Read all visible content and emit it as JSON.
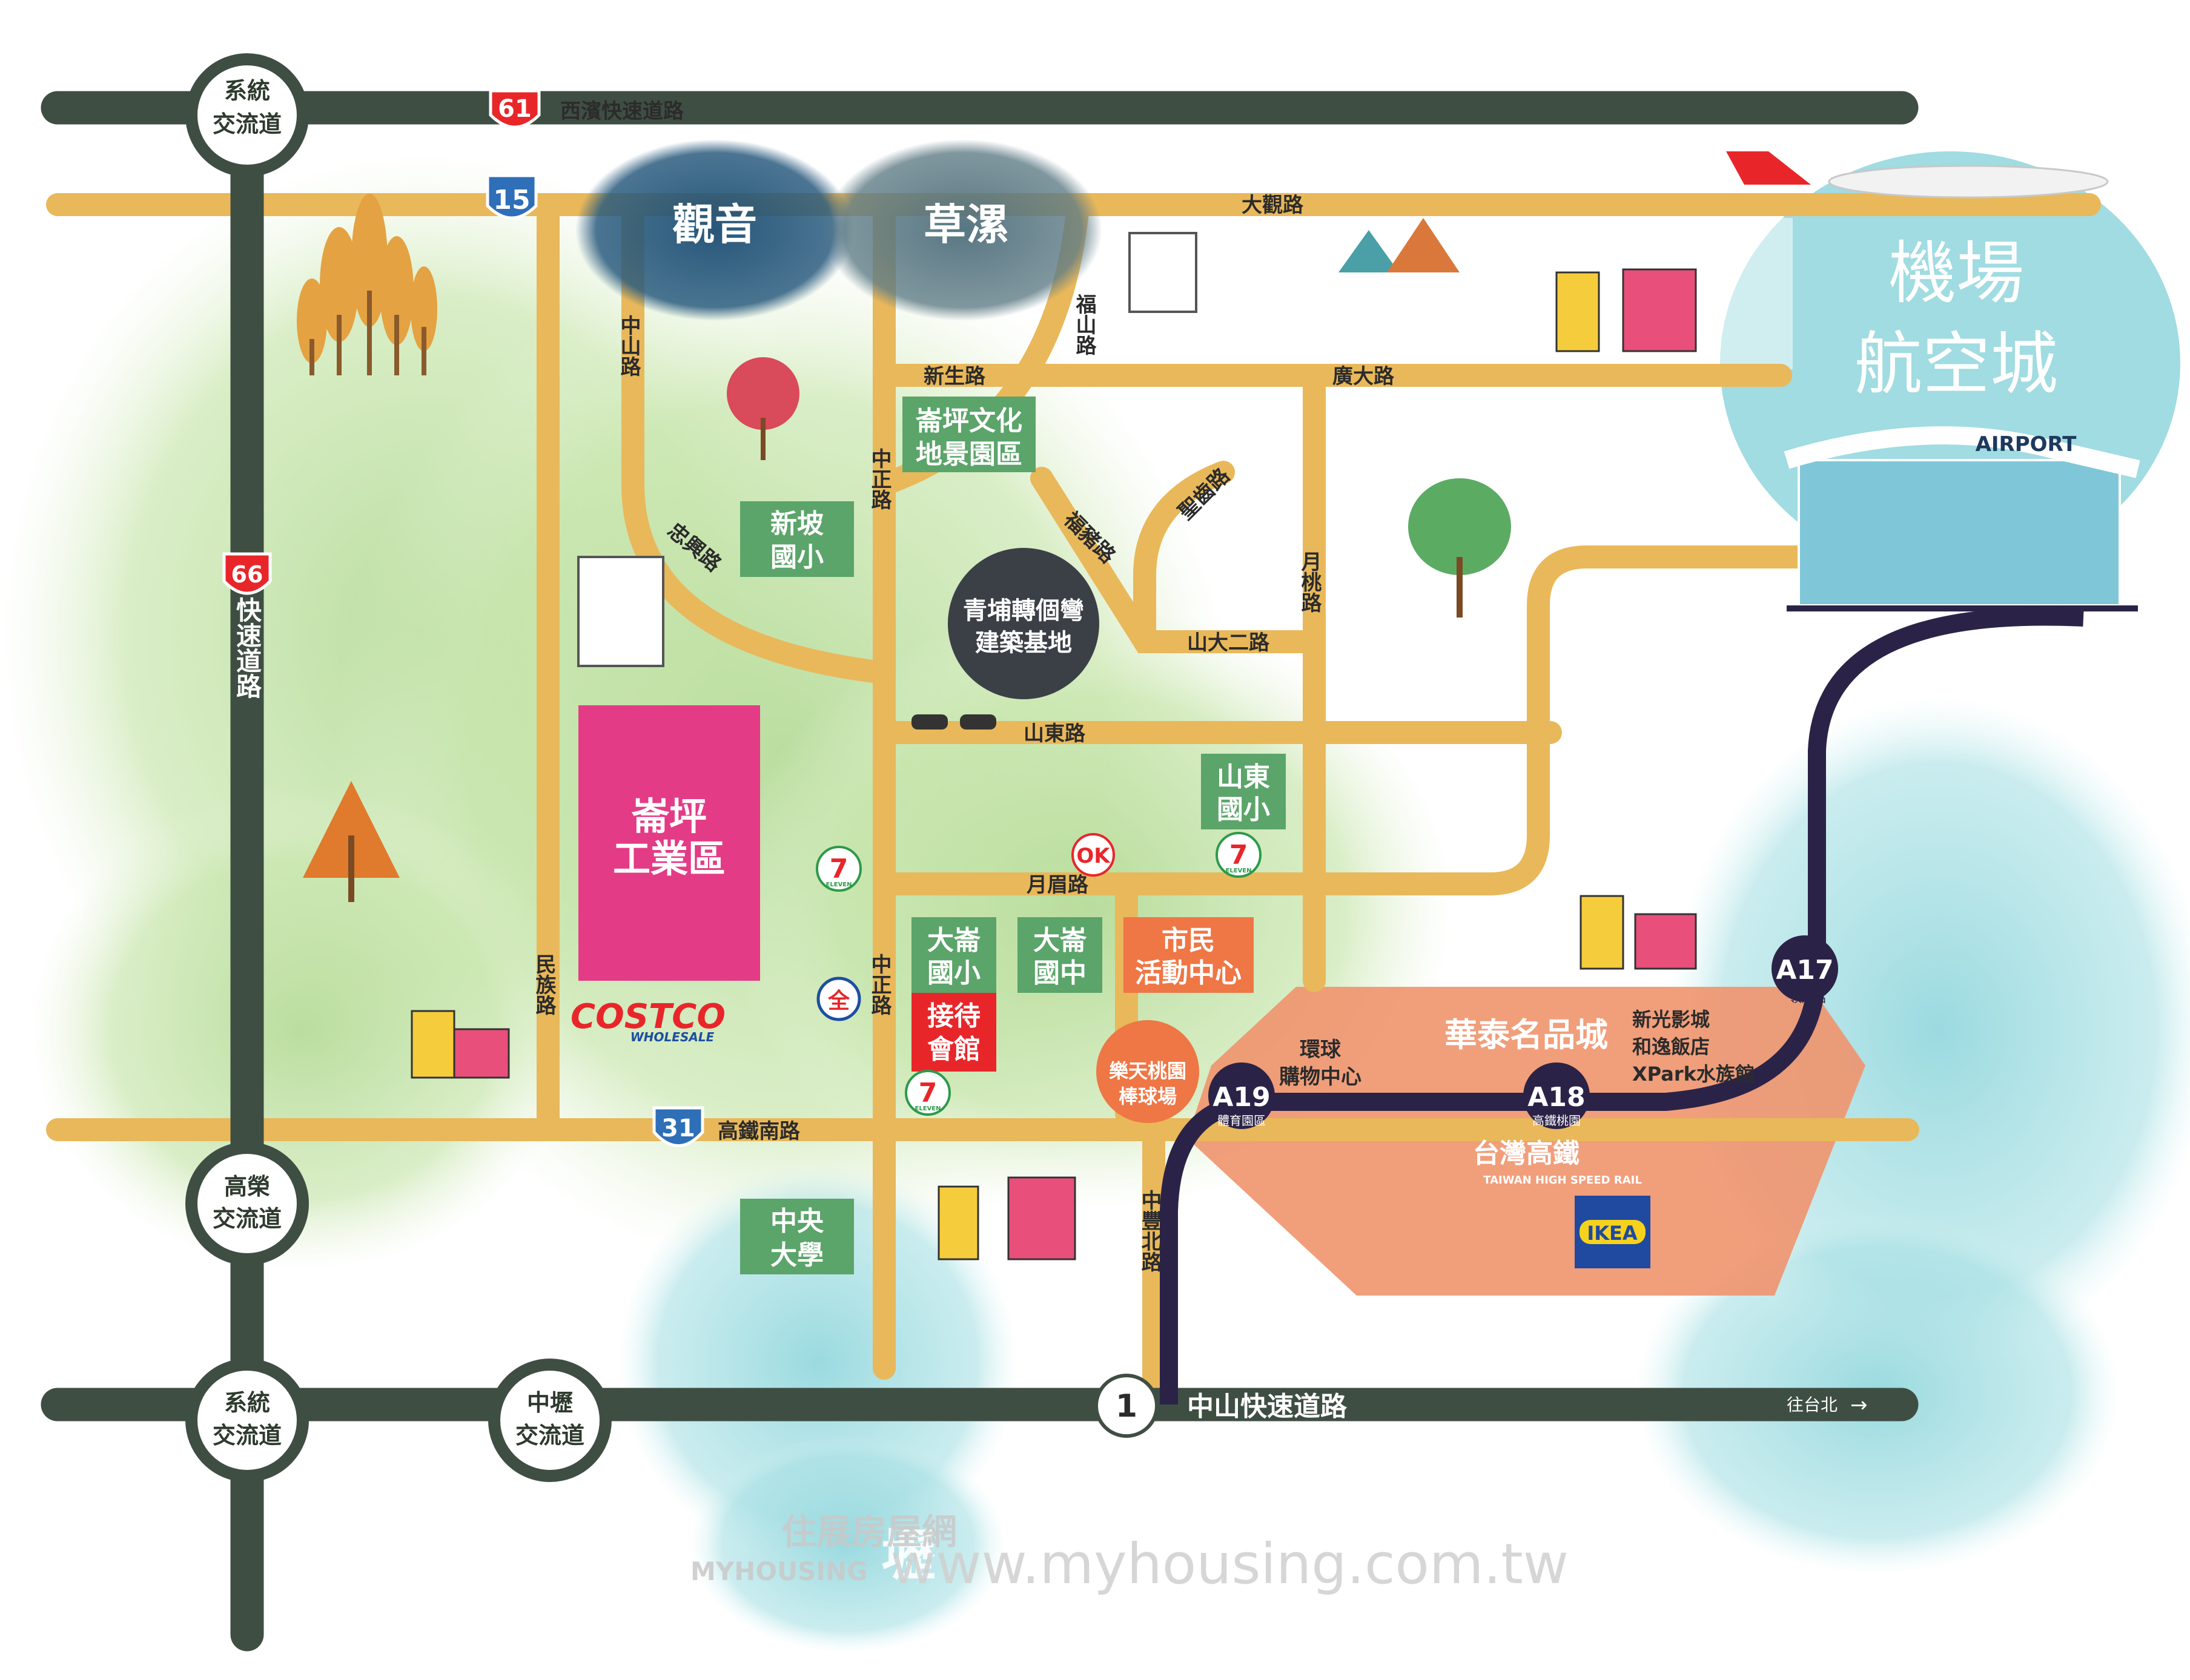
{
  "interchanges": {
    "top_left": [
      "系統",
      "交流道"
    ],
    "mid_left": [
      "高榮",
      "交流道"
    ],
    "bottom_left": [
      "系統",
      "交流道"
    ],
    "zhongli": [
      "中壢",
      "交流道"
    ]
  },
  "highways": {
    "west_coast": {
      "shield": "61",
      "name": "西濱快速道路"
    },
    "route15": {
      "shield": "15"
    },
    "route66": {
      "shield": "66",
      "name": "快速道路"
    },
    "route31": {
      "shield": "31",
      "name": "高鐵南路"
    },
    "zhongshan": {
      "shield": "1",
      "name": "中山快速道路",
      "to_taipei": "往台北"
    }
  },
  "roads": {
    "daguan": "大觀路",
    "zhongshan": "中山路",
    "fushan": "福山路",
    "xinsheng": "新生路",
    "guangda": "廣大路",
    "zhongzheng_upper": "中正路",
    "zhongzheng_lower": "中正路",
    "zhongxing": "忠興路",
    "fuzhu": "福豬路",
    "shengzhu": "聖齒路",
    "yuetao": "月桃路",
    "shanda2": "山大二路",
    "shandong": "山東路",
    "yuemei": "月眉路",
    "minzu": "民族路",
    "zhongfeng": "中豐北路"
  },
  "districts": {
    "guanyin": "觀音",
    "caota": "草漯",
    "airport_city": [
      "機場",
      "航空城"
    ],
    "airport_sign": "AIRPORT",
    "zhongli": "壢"
  },
  "places": {
    "culture_park": [
      "崙坪文化",
      "地景園區"
    ],
    "xinpo_school": [
      "新坡",
      "國小"
    ],
    "base": [
      "青埔轉個彎",
      "建築基地"
    ],
    "industrial": [
      "崙坪",
      "工業區"
    ],
    "shandong_school": [
      "山東",
      "國小"
    ],
    "daluen_elem": [
      "大崙",
      "國小"
    ],
    "daluen_junior": [
      "大崙",
      "國中"
    ],
    "civic_center": [
      "市民",
      "活動中心"
    ],
    "reception": [
      "接待",
      "會館"
    ],
    "baseball": [
      "樂天桃園",
      "棒球場"
    ],
    "central_univ": [
      "中央",
      "大學"
    ],
    "glory_mall": "華泰名品城",
    "global_mall": [
      "環球",
      "購物中心"
    ],
    "shin_kong": [
      "新光影城",
      "和逸飯店",
      "XPark水族館"
    ],
    "hsr": "台灣高鐵",
    "hsr_en": "TAIWAN HIGH SPEED RAIL",
    "ikea": "IKEA",
    "costco": "COSTCO",
    "costco_sub": "WHOLESALE",
    "seven": "7",
    "seven_sub": "ELEVEN",
    "ok": "OK",
    "gas": "全"
  },
  "mrt": {
    "a17": {
      "code": "A17",
      "name": "領航站"
    },
    "a18": {
      "code": "A18",
      "name": "高鐵桃園"
    },
    "a19": {
      "code": "A19",
      "name": "體育園區"
    }
  },
  "watermark": {
    "brand": "住展房屋網",
    "brand_en": "MYHOUSING",
    "url": "www.myhousing.com.tw"
  },
  "colors": {
    "highway": "#3f4e43",
    "road": "#e9b85a",
    "green_box": "#5ba46a",
    "orange_box": "#ef7645",
    "red_box": "#e8262a",
    "magenta": "#e43b86",
    "mrt_line": "#2b2347",
    "zone": "#ef946d"
  }
}
